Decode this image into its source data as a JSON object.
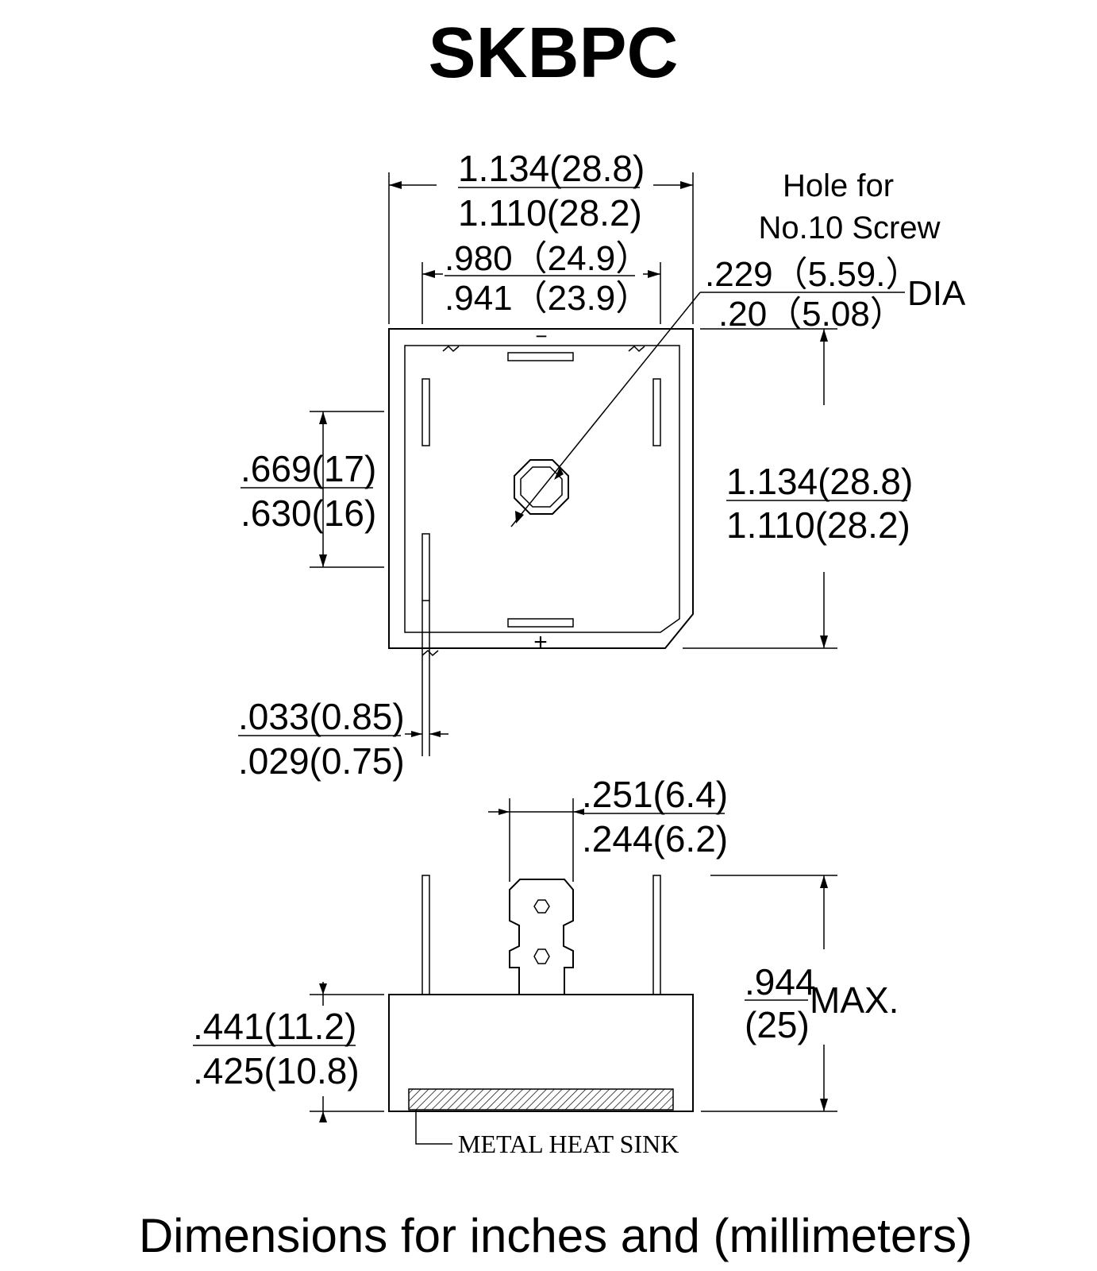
{
  "title": "SKBPC",
  "footer": "Dimensions for inches and (millimeters)",
  "hole_note": {
    "line1": "Hole for",
    "line2": "No.10 Screw"
  },
  "dimensions": {
    "overall_width": {
      "max": "1.134(28.8)",
      "min": "1.110(28.2)"
    },
    "terminal_span": {
      "max": ".980（24.9）",
      "min": ".941（23.9）"
    },
    "hole_dia": {
      "max": ".229（5.59.）",
      "min": ".20（5.08）",
      "suffix": "DIA"
    },
    "overall_height": {
      "max": "1.134(28.8)",
      "min": "1.110(28.2)"
    },
    "pin_spacing": {
      "max": ".669(17)",
      "min": ".630(16)"
    },
    "pin_width": {
      "max": ".033(0.85)",
      "min": ".029(0.75)"
    },
    "tab_width": {
      "max": ".251(6.4)",
      "min": ".244(6.2)"
    },
    "total_height": {
      "max": ".944",
      "min": "(25)",
      "suffix": "MAX."
    },
    "body_height": {
      "max": ".441(11.2)",
      "min": ".425(10.8)"
    }
  },
  "heat_sink_label": "METAL HEAT SINK",
  "polarity": {
    "minus": "−",
    "plus": "+"
  }
}
